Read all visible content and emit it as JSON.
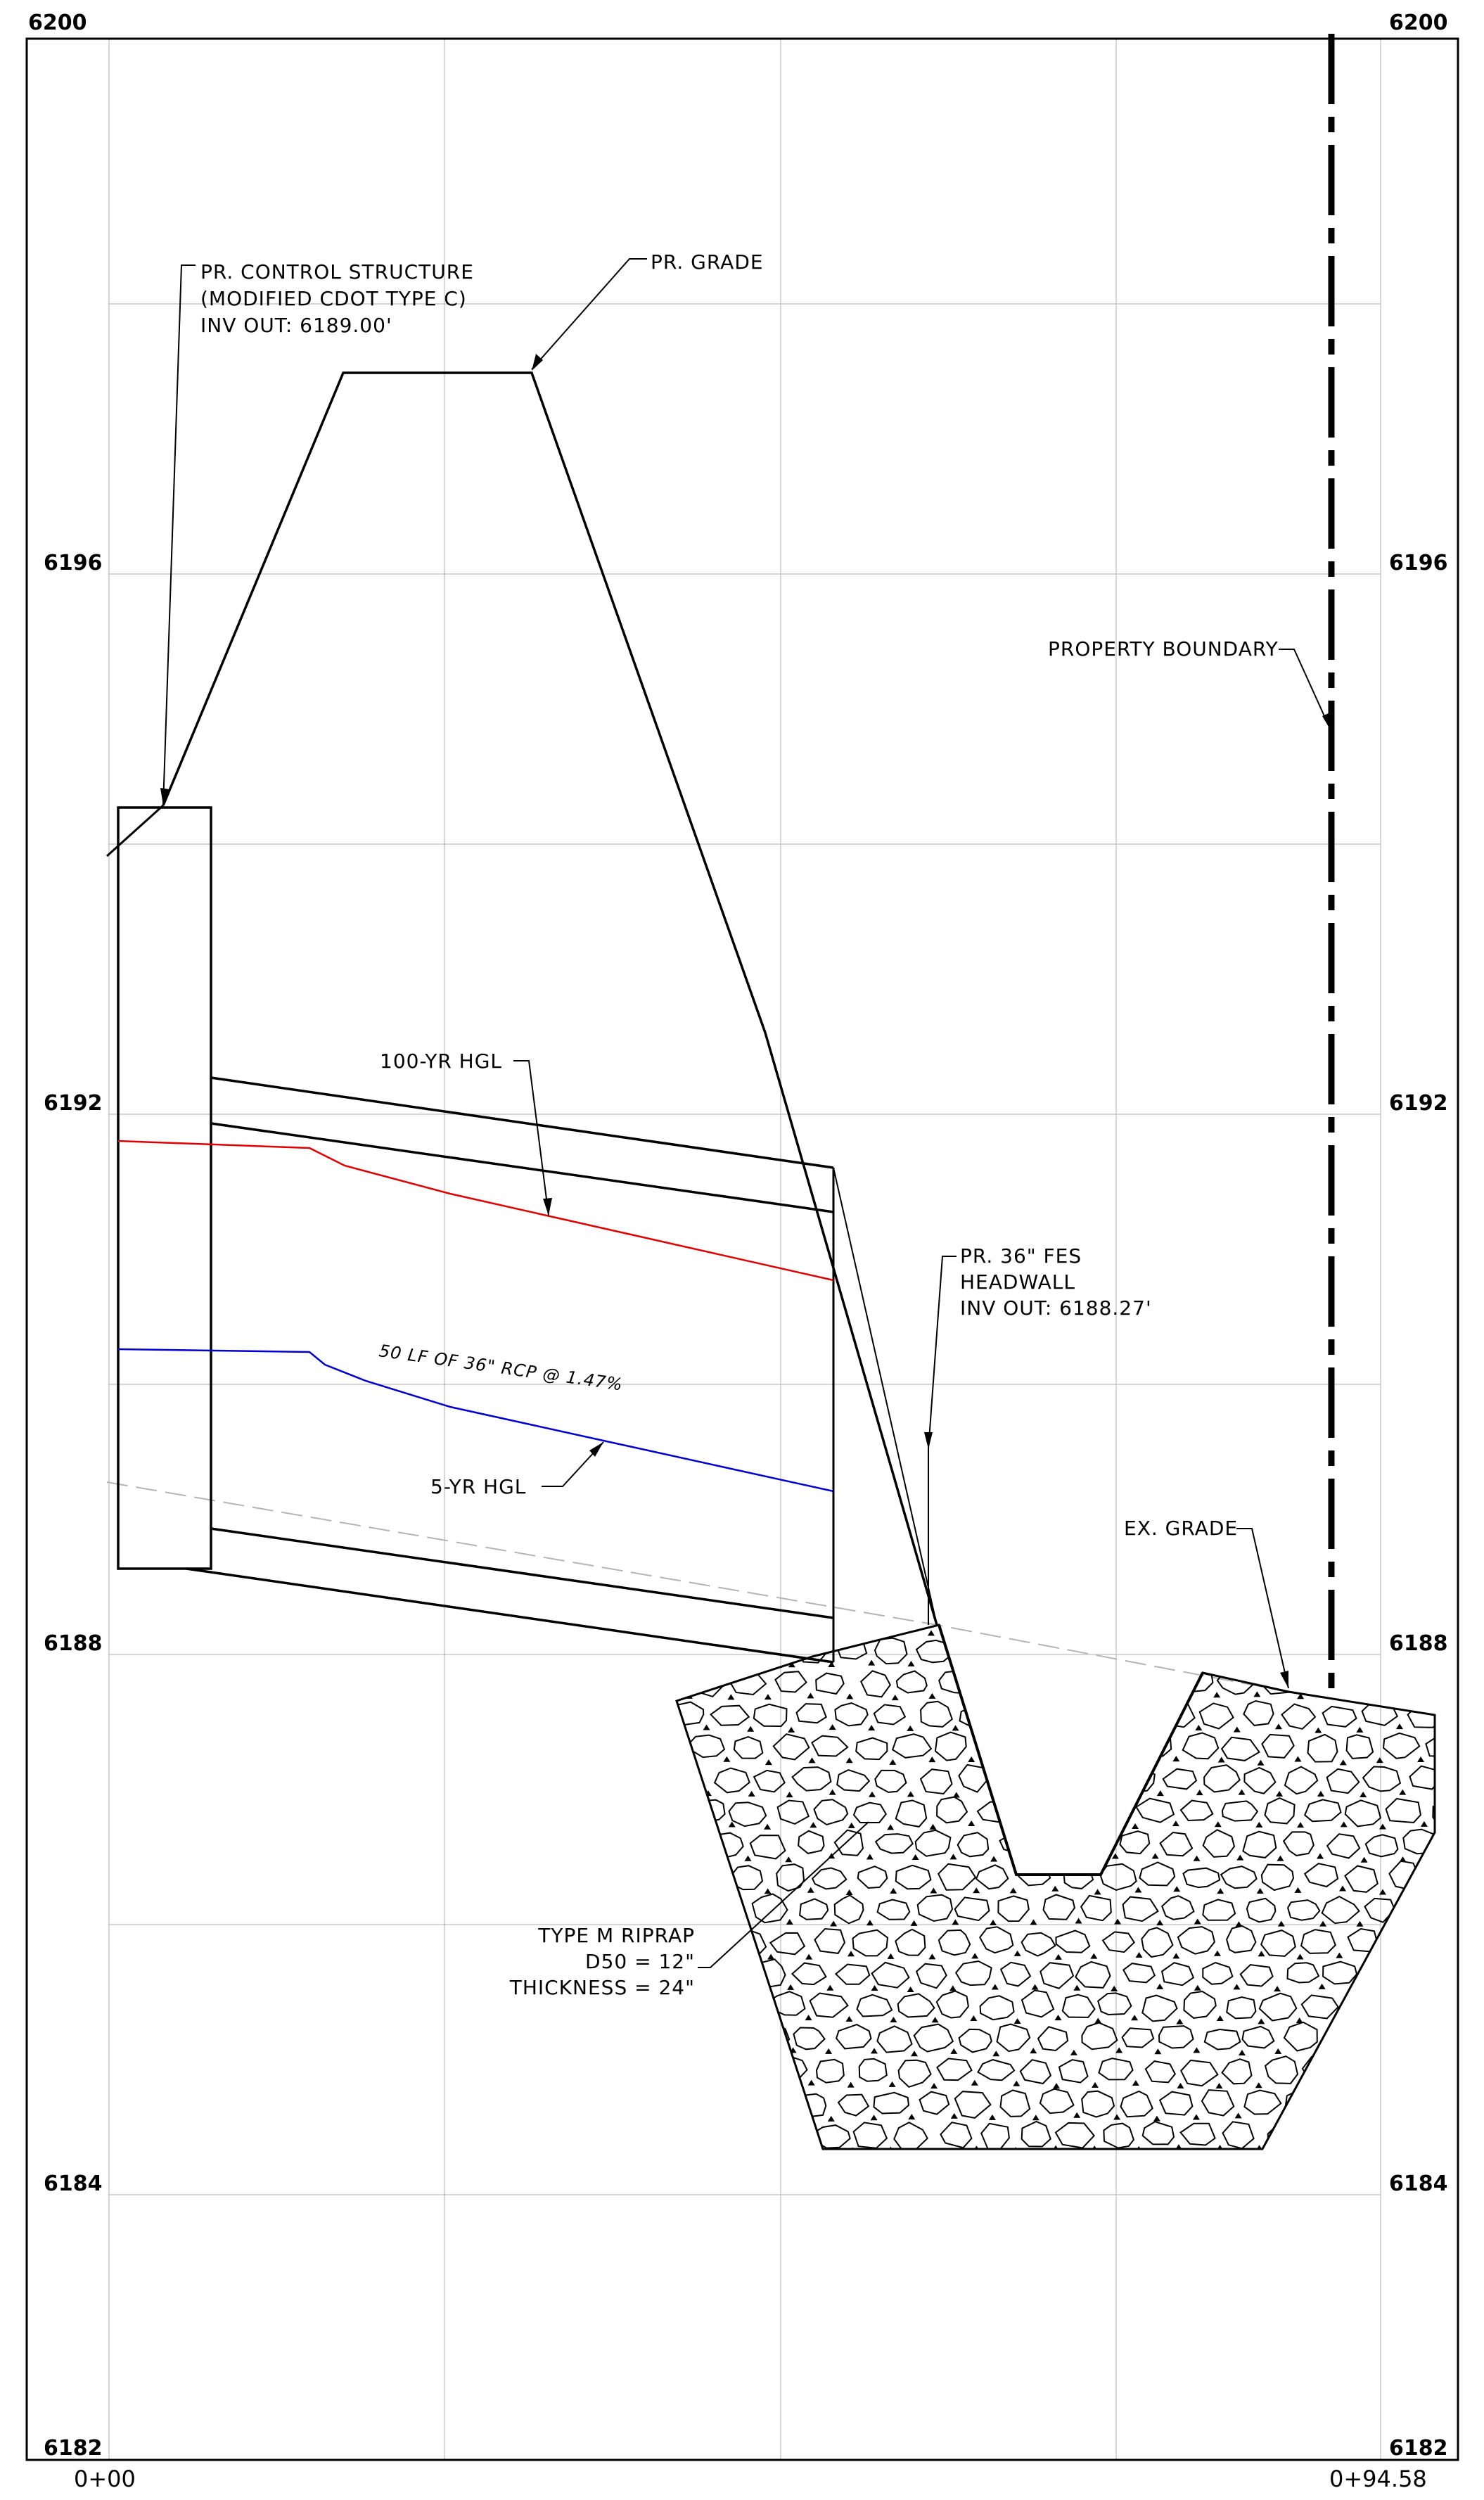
{
  "profile": {
    "elevation_labels_left": [
      "6200",
      "6196",
      "6192",
      "6188",
      "6184",
      "6182"
    ],
    "elevation_labels_right": [
      "6200",
      "6196",
      "6192",
      "6188",
      "6184",
      "6182"
    ],
    "station_start": "0+00",
    "station_end": "0+94.58"
  },
  "annotations": {
    "control_structure": [
      "PR. CONTROL STRUCTURE",
      "(MODIFIED CDOT TYPE C)",
      "INV OUT: 6189.00'"
    ],
    "pr_grade": "PR. GRADE",
    "property_boundary": "PROPERTY BOUNDARY",
    "hgl_100yr": "100-YR HGL",
    "pipe": "50 LF OF 36\" RCP @ 1.47%",
    "hgl_5yr": "5-YR HGL",
    "fes": [
      "PR. 36\" FES",
      "HEADWALL",
      "INV OUT: 6188.27'"
    ],
    "ex_grade": "EX. GRADE",
    "riprap": [
      "TYPE M RIPRAP",
      "D50 = 12\"",
      "THICKNESS = 24\""
    ]
  },
  "colors": {
    "hgl_100yr": "#e00000",
    "hgl_5yr": "#0000d0",
    "existing_grade": "#b4b4b4",
    "grid": "#c8c8c8"
  }
}
